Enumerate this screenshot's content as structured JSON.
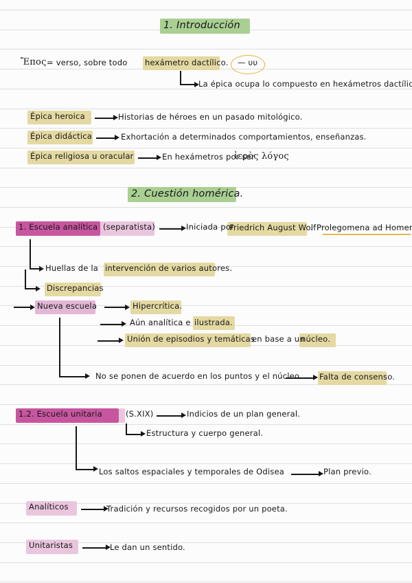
{
  "page": {
    "background_color": "#fcfcfc",
    "rule_color": "#dedede",
    "ink_color": "#161616",
    "medium": "handwritten-notes",
    "language": "es"
  },
  "highlight_colors": {
    "green": "#a9cf92",
    "yellow": "#e4d9a2",
    "pink_dark": "#c7569f",
    "pink_light": "#eac6de",
    "pink_medium": "#e3b7d6",
    "orange_circle": "#e6b23d"
  },
  "headings": {
    "section1": "1. Introducción",
    "section2": "2. Cuestión homérica."
  },
  "intro": {
    "greek_term": "Ἔπος",
    "definition_prefix": "= verso, sobre todo",
    "definition_highlight": "hexámetro dactílico.",
    "scansion": "— υυ",
    "consequence": "La épica ocupa lo compuesto en hexámetros dactílicos"
  },
  "epic_types": [
    {
      "label": "Épica heroica",
      "description": "Historias de héroes en un pasado mitológico."
    },
    {
      "label": "Épica didáctica",
      "description": "Exhortación a determinados comportamientos, enseñanzas."
    },
    {
      "label": "Épica religiosa u oracular",
      "description_pre": "En hexámetros por ser",
      "description_greek": "ἱερὸς λόγος"
    }
  ],
  "analytical_school": {
    "title": "1. Escuela analítica",
    "subtitle": "(separatista)",
    "initiated_pre": "Iniciada por",
    "initiator": "Friedrich August Wolf",
    "work_separator": ".",
    "work": "Prolegomena ad Homerum",
    "points": [
      {
        "pre": "Huellas de la",
        "highlight": "intervención de varios autores."
      },
      {
        "highlight": "Discrepancias"
      }
    ],
    "new_school": {
      "label": "Nueva escuela",
      "branches": [
        {
          "text": "Hipercrítica."
        },
        {
          "pre": "Aún analítica e",
          "highlight": "ilustrada."
        },
        {
          "highlight": "Unión de episodios y temáticas",
          "mid": "en base a un",
          "highlight2": "núcleo."
        }
      ],
      "conclusion": {
        "text": "No se ponen de acuerdo en los puntos y el núcleo",
        "result": "Falta de consenso."
      }
    }
  },
  "unitarian_school": {
    "title": "1.2. Escuela unitaria",
    "century": "(S.XIX)",
    "main": "Indicios de un plan general.",
    "sub": "Estructura y cuerpo general.",
    "second_point": "Los saltos espaciales y temporales de Odisea",
    "second_result": "Plan previo."
  },
  "summary": [
    {
      "label": "Analíticos",
      "description": "Tradición y recursos recogidos por un poeta."
    },
    {
      "label": "Unitaristas",
      "description": "Le dan un sentido."
    }
  ]
}
